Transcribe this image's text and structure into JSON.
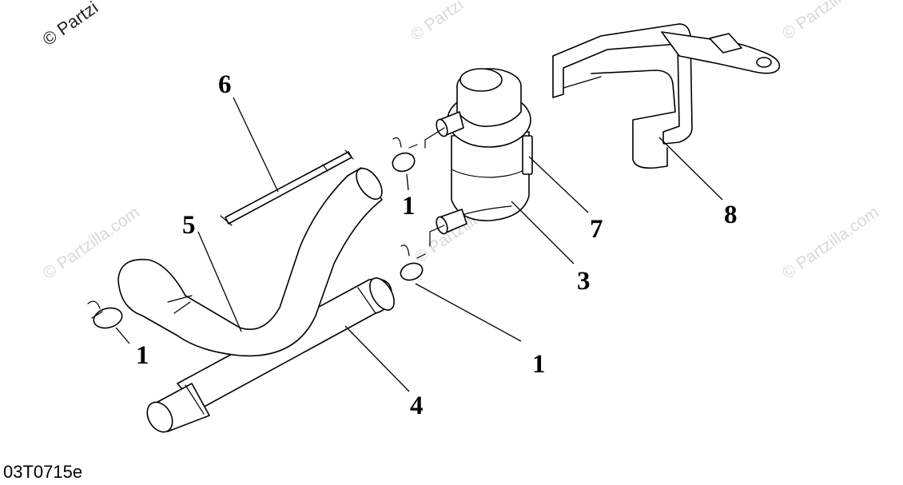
{
  "diagram": {
    "drawing_code": "03T0715e",
    "watermarks": {
      "corner": "© Partzi",
      "repeated": "© Partzilla.com",
      "top_fragment": "© Partzi"
    },
    "callouts": [
      {
        "id": "clamp-left",
        "label": "1"
      },
      {
        "id": "clamp-mid",
        "label": "1"
      },
      {
        "id": "clamp-lower",
        "label": "1"
      },
      {
        "id": "filter",
        "label": "3"
      },
      {
        "id": "hose-straight",
        "label": "4"
      },
      {
        "id": "hose-bent",
        "label": "5"
      },
      {
        "id": "pipe",
        "label": "6"
      },
      {
        "id": "band",
        "label": "7"
      },
      {
        "id": "bracket",
        "label": "8"
      }
    ]
  }
}
